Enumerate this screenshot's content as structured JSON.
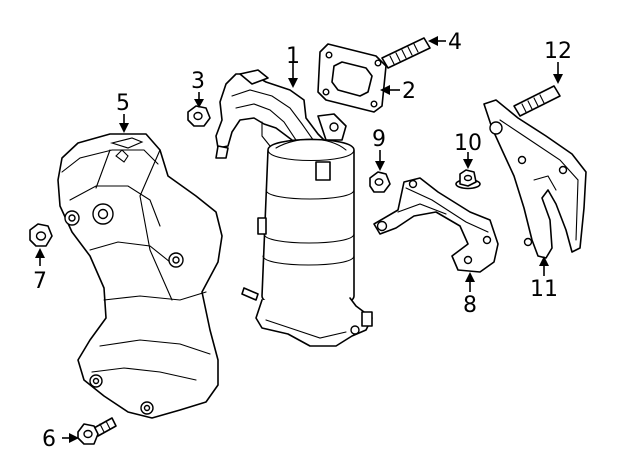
{
  "diagram": {
    "callouts": [
      {
        "number": "1",
        "part": "catalytic-converter"
      },
      {
        "number": "2",
        "part": "gasket"
      },
      {
        "number": "3",
        "part": "nut"
      },
      {
        "number": "4",
        "part": "stud"
      },
      {
        "number": "5",
        "part": "heat-shield"
      },
      {
        "number": "6",
        "part": "bolt"
      },
      {
        "number": "7",
        "part": "nut"
      },
      {
        "number": "8",
        "part": "support-bracket"
      },
      {
        "number": "9",
        "part": "nut"
      },
      {
        "number": "10",
        "part": "nut"
      },
      {
        "number": "11",
        "part": "support-bracket"
      },
      {
        "number": "12",
        "part": "stud"
      }
    ],
    "line_color": "#000000",
    "background": "#ffffff"
  }
}
